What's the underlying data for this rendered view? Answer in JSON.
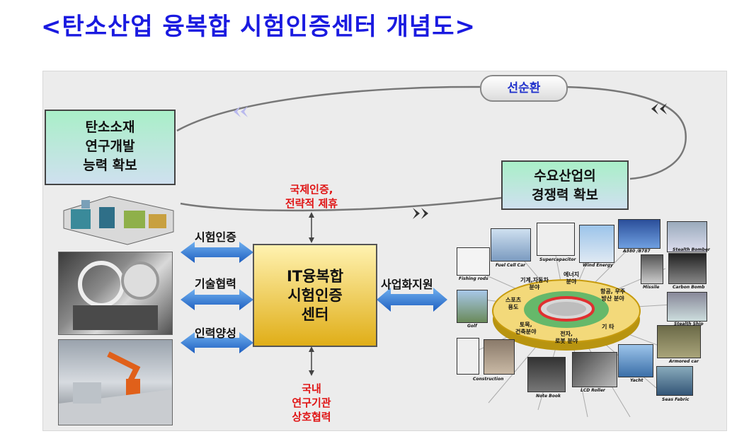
{
  "title": "<탄소산업 융복합 시험인증센터 개념도>",
  "cycle_label": "선순환",
  "box_left": {
    "line1": "탄소소재",
    "line2": "연구개발",
    "line3": "능력 확보"
  },
  "box_right": {
    "line1": "수요산업의",
    "line2": "경쟁력 확보"
  },
  "center": {
    "line1": "IT융복합",
    "line2": "시험인증",
    "line3": "센터"
  },
  "top_note": {
    "line1": "국제인증,",
    "line2": "전략적 제휴"
  },
  "bottom_note": {
    "line1": "국내",
    "line2": "연구기관",
    "line3": "상호협력"
  },
  "left_arrows": [
    "시험인증",
    "기술협력",
    "인력양성"
  ],
  "right_arrow": "사업화지원",
  "wheel_segments": {
    "machine": "기계,자동차\n분야",
    "energy": "에너지\n분야",
    "aero": "항공, 우주\n방산 분야",
    "sports": "스포츠\n용도",
    "etc": "기 타",
    "civil": "토목,\n건축분야",
    "electronics": "전자,\n로봇 분야"
  },
  "captions": {
    "fuel_cell": "Fuel Cell Car",
    "supercap": "Supercapacitor",
    "wind": "Wind Energy",
    "a380": "A380 /B787",
    "stealth_bomber": "Stealth Bomber",
    "fishing": "Fishing rods",
    "missile": "Missile",
    "carbon_bomb": "Carbon Bomb",
    "golf": "Golf",
    "stealth_ship": "Stealth Ship",
    "armored": "Armored car",
    "construction": "Construction",
    "notebook": "Note Book",
    "lcd": "LCD Roller",
    "yacht": "Yacht",
    "seas": "Seas Fabric"
  },
  "colors": {
    "title": "#1a1ae0",
    "note_red": "#e01515",
    "arrow_blue": "#2f7bd9",
    "cycle_blue": "#2233cc"
  }
}
